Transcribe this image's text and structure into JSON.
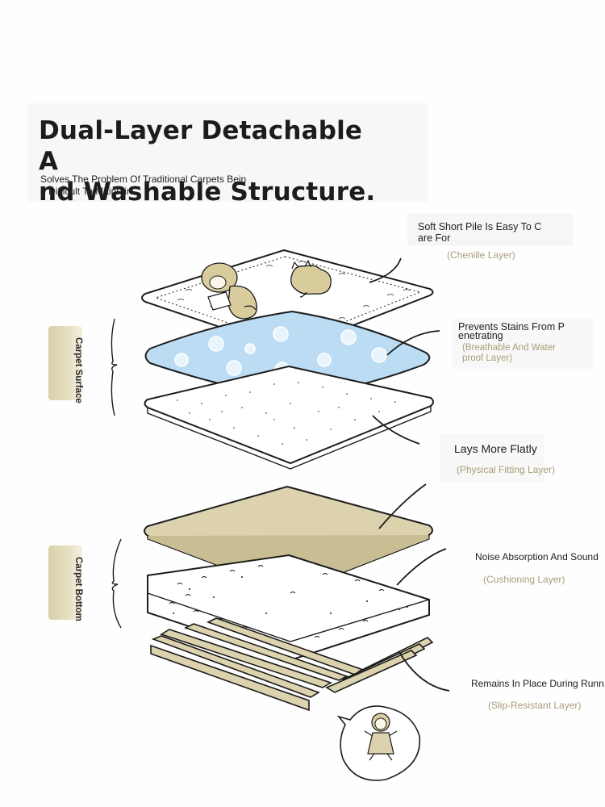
{
  "header": {
    "title": "Dual-Layer Detachable A\nnd Washable Structure.",
    "subtitle": "Solves The Problem Of Traditional Carpets Bein\ng Difficult To Maintain."
  },
  "groups": {
    "surface_label": "Carpet Surface",
    "bottom_label": "Carpet Bottom"
  },
  "layers": [
    {
      "description": "Soft Short Pile Is Easy To C\nare For",
      "name": "(Chenille Layer)"
    },
    {
      "description": "Prevents Stains From P\nenetrating",
      "name": "(Breathable And Water\nproof Layer)"
    },
    {
      "description": "Lays More Flatly",
      "name": "(Physical Fitting Layer)"
    },
    {
      "description": "Noise Absorption And Sound",
      "name": "(Cushioning Layer)"
    },
    {
      "description": "Remains In Place During Runn",
      "name": "(Slip-Resistant Layer)"
    }
  ],
  "colors": {
    "ink": "#1c1c1c",
    "beige": "#dcd3ae",
    "beige_dark": "#c9be93",
    "water_blue": "#bcdcf3",
    "label_gold": "#a89d78",
    "tag_beige": "#e2dbbb"
  }
}
